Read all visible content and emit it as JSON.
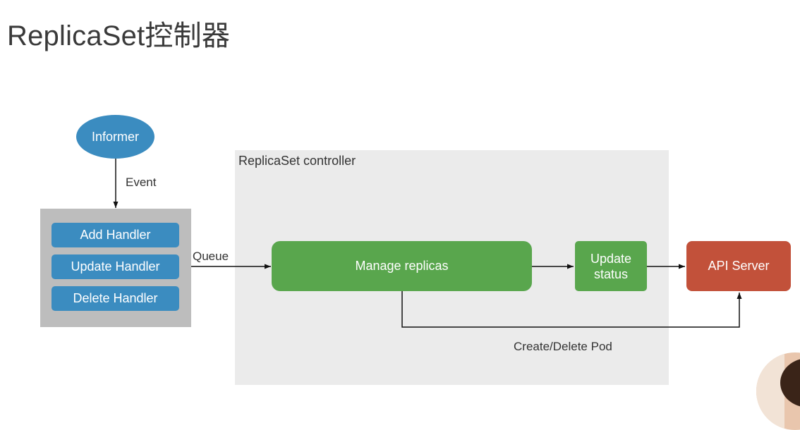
{
  "title": "ReplicaSet控制器",
  "diagram": {
    "informer": "Informer",
    "event_label": "Event",
    "handlers": [
      "Add Handler",
      "Update Handler",
      "Delete Handler"
    ],
    "queue_label": "Queue",
    "controller_label": "ReplicaSet controller",
    "manage_replicas": "Manage replicas",
    "update_status": "Update\nstatus",
    "api_server": "API Server",
    "create_delete_label": "Create/Delete Pod"
  },
  "colors": {
    "node_blue": "#3b8cc0",
    "node_green": "#59a64d",
    "node_red": "#c2513a",
    "handler_group_gray": "#bdbdbd",
    "controller_gray": "#ebebeb"
  }
}
